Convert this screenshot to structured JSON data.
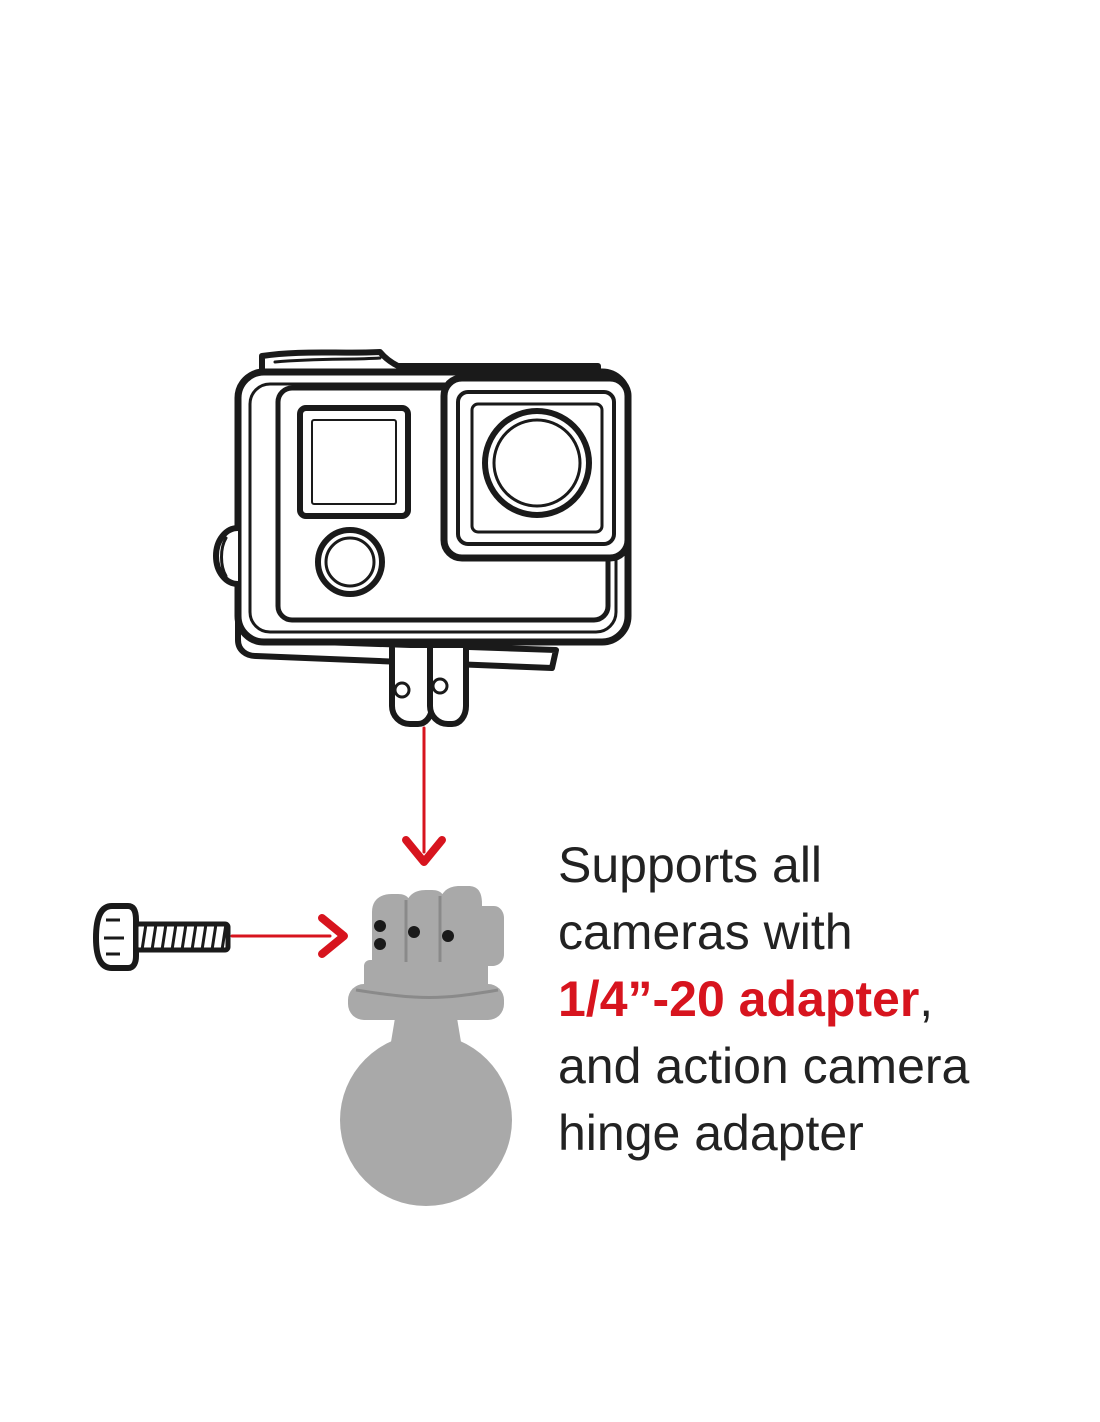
{
  "caption": {
    "line1": "Supports all",
    "line2": "cameras with",
    "highlight": "1/4”-20 adapter",
    "comma": ",",
    "line4": "and action camera",
    "line5": "hinge adapter"
  },
  "colors": {
    "accent": "#d7141e",
    "text": "#222222",
    "outline": "#1a1a1a",
    "mount_gray": "#a9a9a9",
    "mount_dark": "#8a8a8a",
    "background": "#ffffff"
  },
  "icons": {
    "camera": "action-camera-housing-icon",
    "screw": "thumb-screw-icon",
    "mount": "ball-mount-adapter-icon",
    "arrow_down": "arrow-down-icon",
    "arrow_right": "arrow-right-icon"
  }
}
